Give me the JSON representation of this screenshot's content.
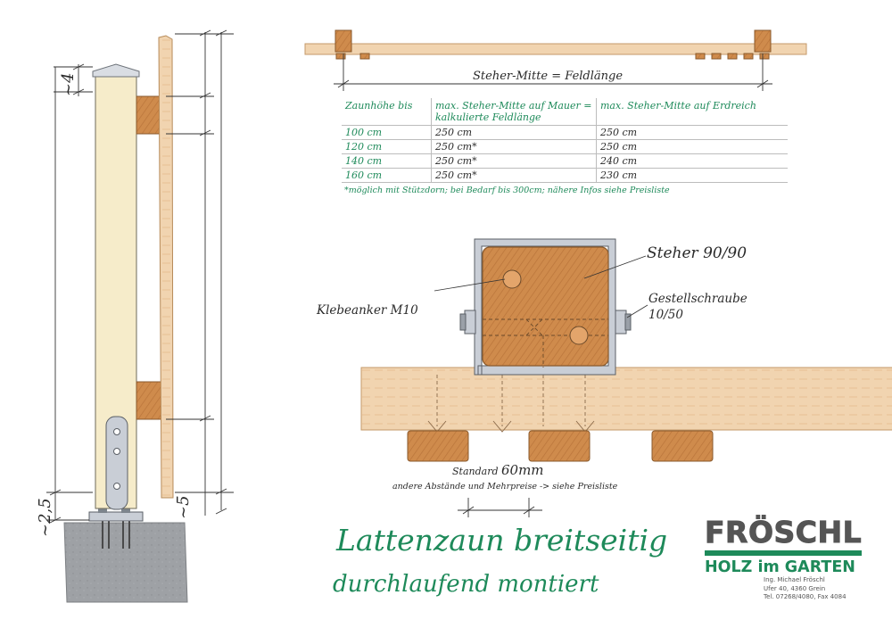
{
  "labels": {
    "feld": "Steher-Mitte = Feldlänge",
    "steher": "Steher 90/90",
    "klebeanker": "Klebeanker M10",
    "schraube_1": "Gestellschraube",
    "schraube_2": "10/50",
    "standard_prefix": "Standard",
    "standard_value": "60mm",
    "abstaende": "andere Abstände und Mehrpreise -> siehe Preisliste"
  },
  "dimensions": {
    "top": "~4",
    "bottom": "~2,5",
    "right": "~5"
  },
  "table": {
    "headers": [
      "Zaunhöhe bis",
      "max. Steher-Mitte auf Mauer = kalkulierte Feldlänge",
      "max. Steher-Mitte auf Erdreich"
    ],
    "rows": [
      [
        "100 cm",
        "250 cm",
        "250 cm"
      ],
      [
        "120 cm",
        "250 cm*",
        "250 cm"
      ],
      [
        "140 cm",
        "250 cm*",
        "240 cm"
      ],
      [
        "160 cm",
        "250 cm*",
        "230 cm"
      ]
    ],
    "footnote": "*möglich mit Stützdorn; bei Bedarf bis 300cm; nähere Infos siehe Preisliste"
  },
  "title": {
    "line1": "Lattenzaun breitseitig",
    "line2": "durchlaufend montiert"
  },
  "logo": {
    "name": "FRÖSCHL",
    "tagline": "HOLZ im GARTEN",
    "info": [
      "Ing. Michael Fröschl",
      "Ufer 40, 4360 Grein",
      "Tel. 07268/4080, Fax 4084"
    ]
  },
  "colors": {
    "green": "#1e8a5a",
    "wood": "#f1d4b0",
    "wood_dark": "#cf8b4c",
    "concrete": "#9ea1a5",
    "post": "#f6ecca",
    "steel": "#c9ced6"
  }
}
